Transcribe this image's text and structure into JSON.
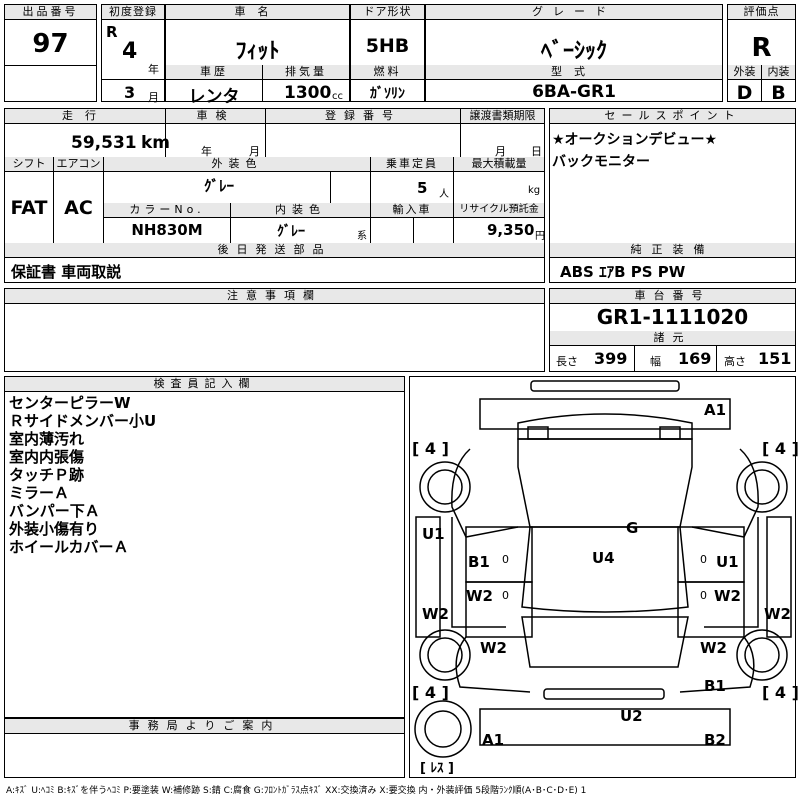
{
  "header": {
    "lot_no_label": "出品番号",
    "lot_no": "97",
    "first_reg_label": "初度登録",
    "era": "R",
    "reg_year": "4",
    "year_unit": "年",
    "reg_month": "3",
    "month_unit": "月",
    "car_name_label": "車名",
    "car_name": "ﾌｨｯﾄ",
    "door_label": "ドア形状",
    "door": "5HB",
    "grade_label": "グレード",
    "grade": "ﾍﾞｰｼｯｸ",
    "score_label": "評価点",
    "score": "R",
    "history_label": "車歴",
    "history": "レンタ",
    "displacement_label": "排気量",
    "displacement": "1300",
    "displacement_unit": "cc",
    "fuel_label": "燃料",
    "fuel": "ｶﾞｿﾘﾝ",
    "model_label": "型式",
    "model": "6BA-GR1",
    "ext_label": "外装",
    "ext_score": "D",
    "int_label": "内装",
    "int_score": "B"
  },
  "row2": {
    "mileage_label": "走行",
    "mileage": "59,531",
    "mileage_unit": "km",
    "inspection_label": "車検",
    "year_unit": "年",
    "month_unit": "月",
    "plate_label": "登録番号",
    "transfer_label": "譲渡書類期限",
    "day_unit": "日",
    "shift_label": "シフト",
    "shift": "FAT",
    "ac_label": "エアコン",
    "ac": "AC",
    "color_label": "外装色",
    "color": "ｸﾞﾚｰ",
    "seats_label": "乗車定員",
    "seats": "5",
    "seats_unit": "人",
    "load_label": "最大積載量",
    "load_unit": "kg",
    "color_no_label": "カラーNo.",
    "color_no": "NH830M",
    "interior_color_label": "内装色",
    "interior_color": "ｸﾞﾚｰ",
    "interior_suffix": "系",
    "import_label": "輸入車",
    "recycle_label": "リサイクル預託金",
    "recycle": "9,350",
    "recycle_unit": "円",
    "parts_label": "後日発送部品",
    "parts": "保証書 車両取説"
  },
  "sales": {
    "label": "セールスポイント",
    "lines": [
      "★オークションデビュー★",
      "バックモニター"
    ],
    "equip_label": "純正装備",
    "equip": "ABS ｴｱB PS PW"
  },
  "caution": {
    "label": "注意事項欄"
  },
  "chassis": {
    "label": "車台番号",
    "value": "GR1-1111020",
    "spec_label": "諸元",
    "length_label": "長さ",
    "length": "399",
    "width_label": "幅",
    "width": "169",
    "height_label": "高さ",
    "height": "151"
  },
  "inspector": {
    "label": "検査員記入欄",
    "lines": [
      "センターピラーW",
      "Ｒサイドメンバー小U",
      "室内薄汚れ",
      "室内内張傷",
      "タッチＰ跡",
      "ミラーＡ",
      "バンパー下Ａ",
      "外装小傷有り",
      "ホイールカバーＡ"
    ]
  },
  "diagram": {
    "marks": [
      "A1",
      "G",
      "U4",
      "U1",
      "B1",
      "0",
      "W2",
      "U1",
      "W2",
      "W2",
      "W2",
      "B1",
      "U2",
      "A1",
      "B2",
      "0",
      "0",
      "0"
    ],
    "tire_fl": "4",
    "tire_fr": "4",
    "tire_rl": "4",
    "tire_rr": "4",
    "spare": "ﾚｽ"
  },
  "office": {
    "label": "事務局よりご案内"
  },
  "footer": "A:ｷｽﾞ U:ﾍｺﾐ B:ｷｽﾞを伴うﾍｺﾐ P:要塗装 W:補修跡 S:錆 C:腐食 G:ﾌﾛﾝﾄｶﾞﾗｽ点ｷｽﾞ XX:交換済み X:要交換 内・外装評価 5段階ﾗﾝｸ順(A･B･C･D･E) 1"
}
